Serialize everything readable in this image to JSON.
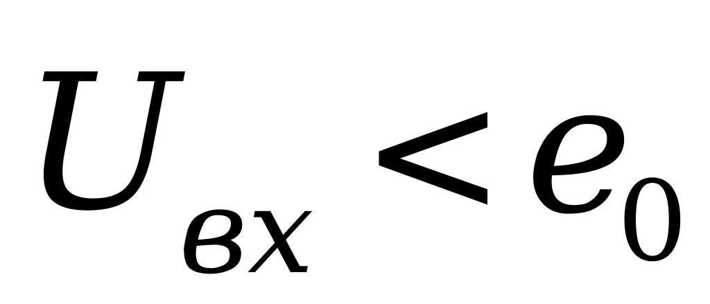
{
  "formula": {
    "main_symbol": "U",
    "main_subscript": "вх",
    "relation": "<",
    "right_symbol": "e",
    "right_subscript": "0",
    "text_color": "#000000",
    "background_color": "#ffffff"
  }
}
